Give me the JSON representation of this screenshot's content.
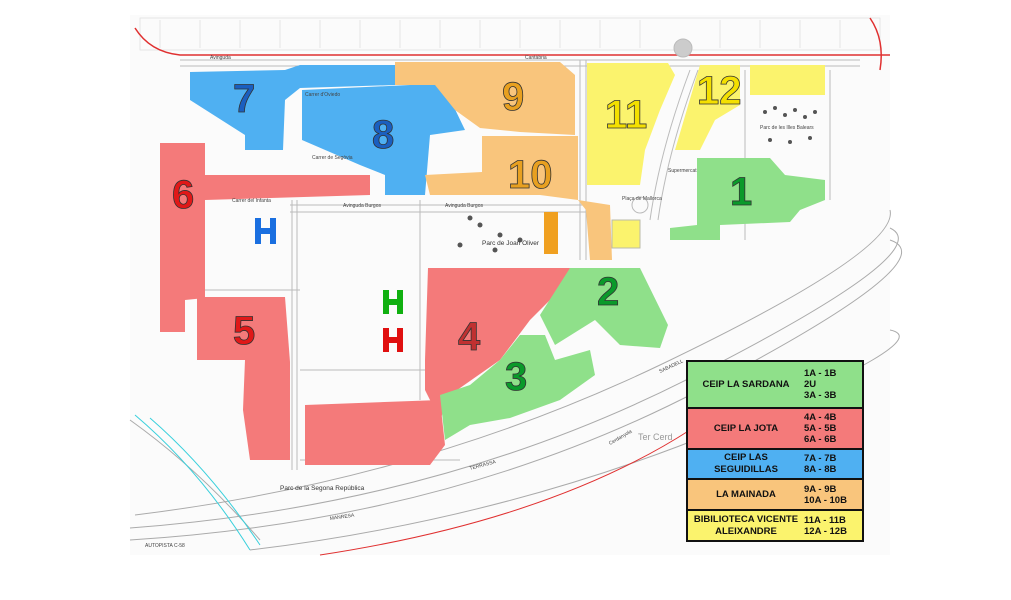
{
  "colors": {
    "green": "#8fe08a",
    "red": "#f47a7a",
    "blue": "#4fb0f2",
    "orange": "#f9c57c",
    "yellow": "#fbf36d",
    "road_red": "#e03030",
    "river": "#38d0dc"
  },
  "zones": [
    {
      "label": "1",
      "school": "CEIP LA SARDANA"
    },
    {
      "label": "2",
      "school": "CEIP LA SARDANA"
    },
    {
      "label": "3",
      "school": "CEIP LA SARDANA"
    },
    {
      "label": "4",
      "school": "CEIP LA JOTA"
    },
    {
      "label": "5",
      "school": "CEIP LA JOTA"
    },
    {
      "label": "6",
      "school": "CEIP LA JOTA"
    },
    {
      "label": "7",
      "school": "CEIP LAS SEGUIDILLAS"
    },
    {
      "label": "8",
      "school": "CEIP LAS SEGUIDILLAS"
    },
    {
      "label": "9",
      "school": "LA MAINADA"
    },
    {
      "label": "10",
      "school": "LA MAINADA"
    },
    {
      "label": "11",
      "school": "BIBILIOTECA VICENTE ALEIXANDRE"
    },
    {
      "label": "12",
      "school": "BIBILIOTECA VICENTE ALEIXANDRE"
    }
  ],
  "map_labels": {
    "avinguda_top": "Avinguda",
    "cantabria": "Cantàbria",
    "carrer_oviedo": "Carrer d'Oviedo",
    "carrer_segovia": "Carrer de Segòvia",
    "avinguda_burgos": "Avinguda Burgos",
    "avinguda_burgos_2": "Avinguda Burgos",
    "carrer_infanta": "Carrer del Infanta",
    "parc_joan_oliver": "Parc de Joan Oliver",
    "parc_illes_balears": "Parc de les Illes Balears",
    "parc_segona_republica": "Parc de la Segona República",
    "supermercat": "Supermercat",
    "placa_mallorca": "Plaça de Mallorca",
    "manresa": "MANRESA",
    "terrassa": "TERRASSA",
    "sabadell": "SABADELL",
    "autopista": "AUTOPISTA C-58",
    "cerdanyola": "Cerdanyola",
    "terr_cerd": "Ter Cerd"
  },
  "legend": [
    {
      "name": "CEIP LA SARDANA",
      "codes": [
        "1A - 1B",
        "2U",
        "3A - 3B"
      ],
      "color": "#8fe08a"
    },
    {
      "name": "CEIP LA JOTA",
      "codes": [
        "4A - 4B",
        "5A - 5B",
        "6A - 6B"
      ],
      "color": "#f47a7a"
    },
    {
      "name": "CEIP LAS SEGUIDILLAS",
      "codes": [
        "7A - 7B",
        "8A - 8B"
      ],
      "color": "#4fb0f2"
    },
    {
      "name": "LA MAINADA",
      "codes": [
        "9A - 9B",
        "10A - 10B"
      ],
      "color": "#f9c57c"
    },
    {
      "name": "BIBILIOTECA VICENTE ALEIXANDRE",
      "codes": [
        "11A - 11B",
        "12A - 12B"
      ],
      "color": "#fbf36d"
    }
  ]
}
